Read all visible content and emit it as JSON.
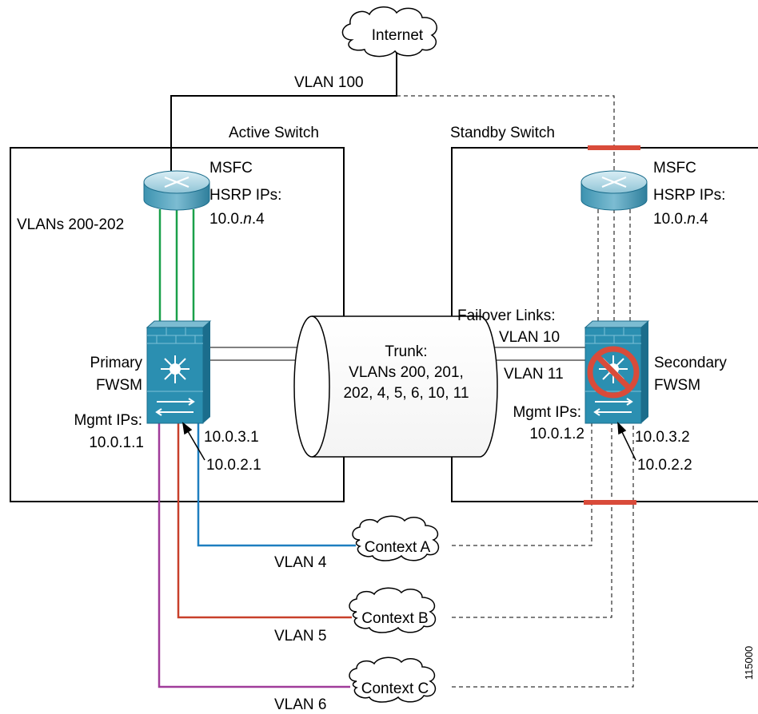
{
  "internet": {
    "label": "Internet"
  },
  "vlan_100": "VLAN 100",
  "active_switch": {
    "title": "Active Switch",
    "msfc": {
      "name": "MSFC",
      "hsrp_label": "HSRP IPs:",
      "hsrp_ip_prefix": "10.0.",
      "hsrp_ip_var": "n",
      "hsrp_ip_suffix": ".4"
    },
    "vlans_label": "VLANs 200-202",
    "fwsm": {
      "line1": "Primary",
      "line2": "FWSM"
    },
    "mgmt": {
      "label": "Mgmt IPs:",
      "ip1": "10.0.1.1",
      "ip3": "10.0.3.1",
      "ip2": "10.0.2.1"
    }
  },
  "standby_switch": {
    "title": "Standby Switch",
    "msfc": {
      "name": "MSFC",
      "hsrp_label": "HSRP IPs:",
      "hsrp_ip_prefix": "10.0.",
      "hsrp_ip_var": "n",
      "hsrp_ip_suffix": ".4"
    },
    "fwsm": {
      "line1": "Secondary",
      "line2": "FWSM"
    },
    "mgmt": {
      "label": "Mgmt IPs:",
      "ip1": "10.0.1.2",
      "ip3": "10.0.3.2",
      "ip2": "10.0.2.2"
    }
  },
  "failover": {
    "label": "Failover Links:",
    "vlan_a": "VLAN 10",
    "vlan_b": "VLAN 11"
  },
  "trunk": {
    "line1": "Trunk:",
    "line2": "VLANs 200, 201,",
    "line3": "202, 4, 5, 6, 10, 11"
  },
  "contexts": [
    {
      "name": "Context A",
      "vlan": "VLAN 4",
      "color": "#1e7fc0"
    },
    {
      "name": "Context B",
      "vlan": "VLAN 5",
      "color": "#c8402a"
    },
    {
      "name": "Context C",
      "vlan": "VLAN 6",
      "color": "#a03c9a"
    }
  ],
  "colors": {
    "hsrp_links": "#1aa04a",
    "blocked": "#d94b3a",
    "device_body": "#2b8fb1",
    "device_dark": "#1b6d8c"
  },
  "figure_id": "115000"
}
